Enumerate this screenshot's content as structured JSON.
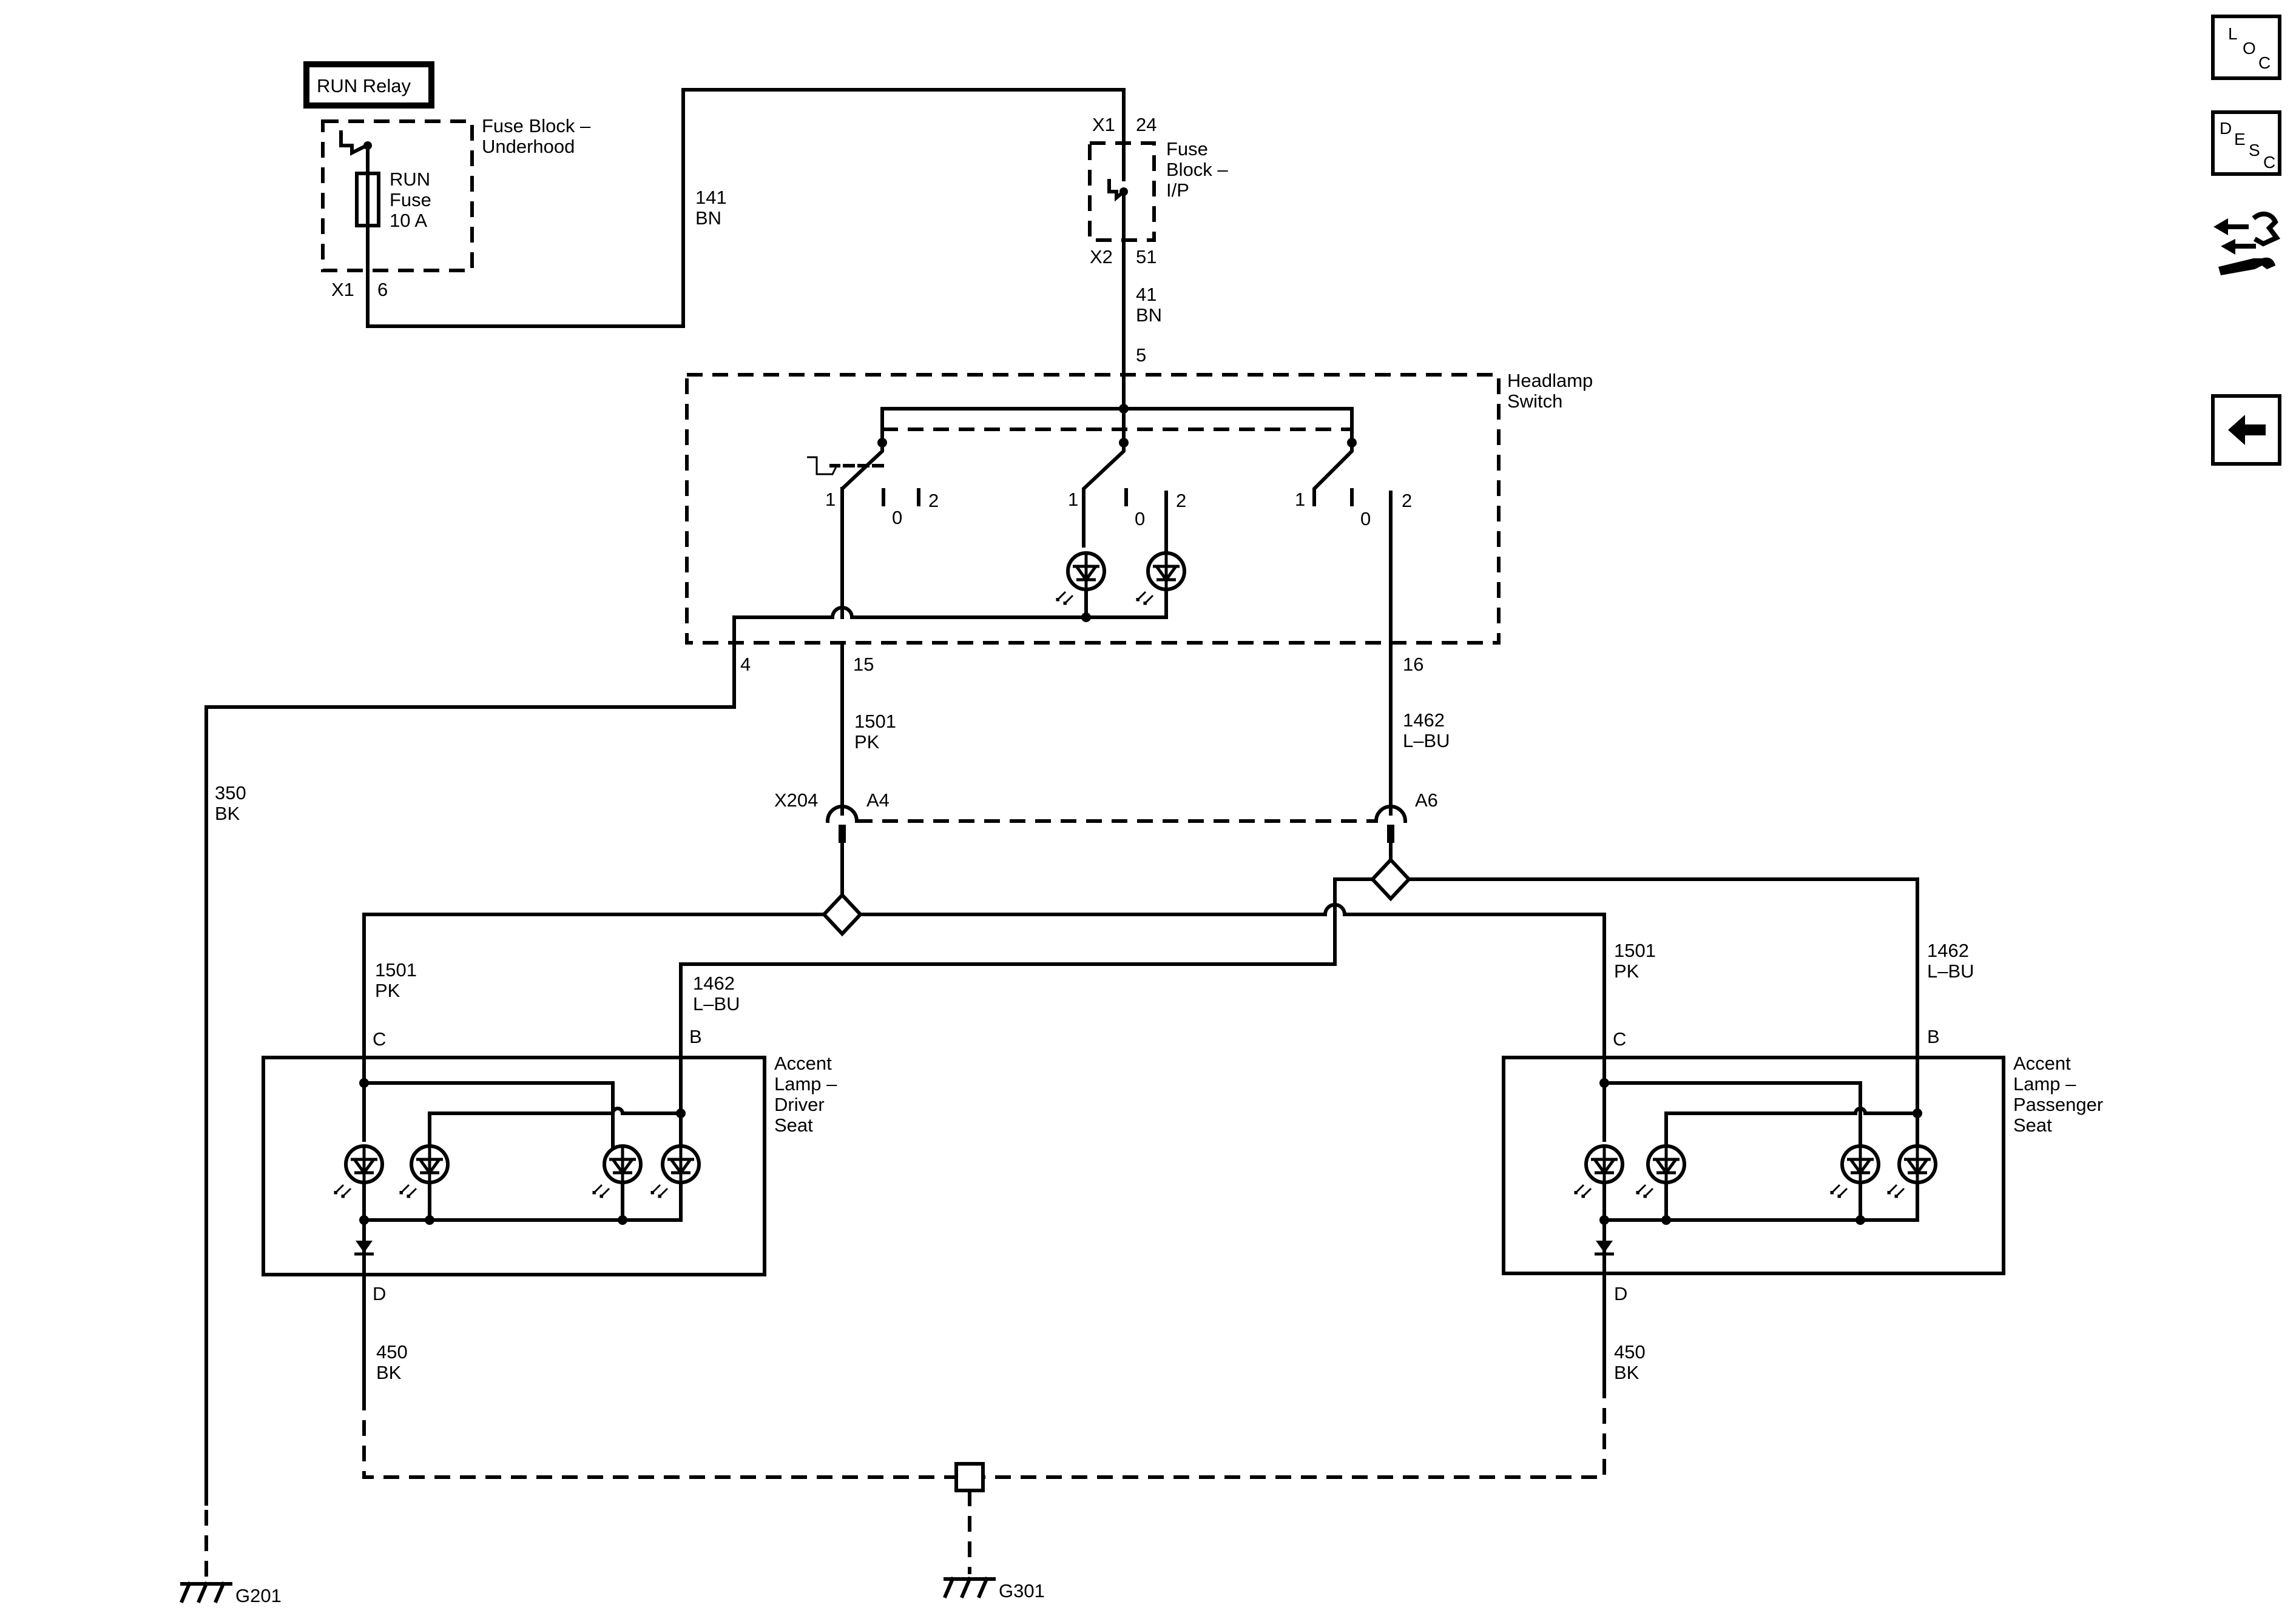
{
  "components": {
    "run_relay": "RUN Relay",
    "fuse_block_underhood": [
      "Fuse Block –",
      "Underhood"
    ],
    "run_fuse": [
      "RUN",
      "Fuse",
      "10 A"
    ],
    "fuse_block_ip": [
      "Fuse",
      "Block –",
      "I/P"
    ],
    "headlamp_switch": [
      "Headlamp",
      "Switch"
    ],
    "accent_lamp_driver": [
      "Accent",
      "Lamp –",
      "Driver",
      "Seat"
    ],
    "accent_lamp_passenger": [
      "Accent",
      "Lamp –",
      "Passenger",
      "Seat"
    ]
  },
  "connectors": {
    "underhood_conn": "X1",
    "underhood_pin": "6",
    "ip_in_conn": "X1",
    "ip_in_pin": "24",
    "ip_out_conn": "X2",
    "ip_out_pin": "51",
    "switch_pin_5": "5",
    "switch_pin_4": "4",
    "switch_pin_15": "15",
    "switch_pin_16": "16",
    "inline_conn": "X204",
    "inline_pin_a4": "A4",
    "inline_pin_a6": "A6",
    "driver_pin_c": "C",
    "driver_pin_b": "B",
    "driver_pin_d": "D",
    "pass_pin_c": "C",
    "pass_pin_b": "B",
    "pass_pin_d": "D"
  },
  "switch_positions": {
    "s1": [
      "1",
      "0",
      "2"
    ],
    "s2": [
      "1",
      "0",
      "2"
    ],
    "s3": [
      "1",
      "0",
      "2"
    ]
  },
  "wires": {
    "w141": [
      "141",
      "BN"
    ],
    "w41": [
      "41",
      "BN"
    ],
    "w350": [
      "350",
      "BK"
    ],
    "w1501_sw": [
      "1501",
      "PK"
    ],
    "w1462_sw": [
      "1462",
      "L–BU"
    ],
    "w1501_drv": [
      "1501",
      "PK"
    ],
    "w1462_drv": [
      "1462",
      "L–BU"
    ],
    "w1501_pas": [
      "1501",
      "PK"
    ],
    "w1462_pas": [
      "1462",
      "L–BU"
    ],
    "w450_drv": [
      "450",
      "BK"
    ],
    "w450_pas": [
      "450",
      "BK"
    ]
  },
  "grounds": {
    "g201": "G201",
    "g301": "G301"
  },
  "nav": {
    "loc": [
      "L",
      "O",
      "C"
    ],
    "desc": [
      "D",
      "E",
      "S",
      "C"
    ]
  }
}
